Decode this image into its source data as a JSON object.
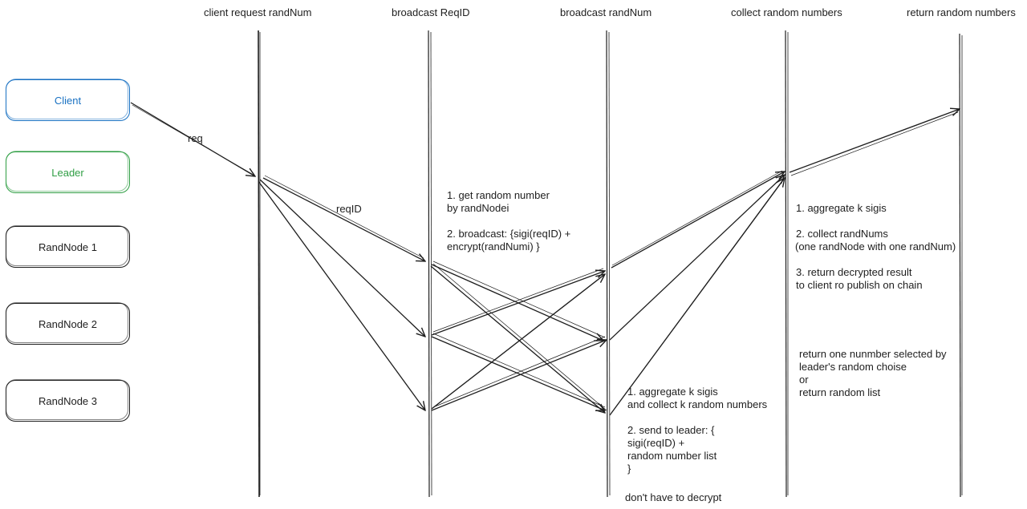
{
  "phases": {
    "client_request": "client request randNum",
    "broadcast_reqid": "broadcast ReqID",
    "broadcast_randnum": "broadcast randNum",
    "collect_random": "collect random numbers",
    "return_random": "return random numbers"
  },
  "actors": {
    "client": "Client",
    "leader": "Leader",
    "randnode1": "RandNode 1",
    "randnode2": "RandNode 2",
    "randnode3": "RandNode 3"
  },
  "edge_labels": {
    "req": "req",
    "reqid": "reqID"
  },
  "notes": {
    "randnode_step": {
      "l1": "1. get random number",
      "l2": "by randNodei",
      "l3": "2. broadcast: {sigi(reqID) +",
      "l4": "encrypt(randNumi) }"
    },
    "collect_step": {
      "l1": "1. aggregate k sigis",
      "l2": "and collect k random numbers",
      "l3": "2. send to leader: {",
      "l4": "sigi(reqID) +",
      "l5": "random number list",
      "l6": "}",
      "l7": "don't have to decrypt"
    },
    "leader_step": {
      "l1": "1. aggregate k sigis",
      "l2": "2. collect randNums",
      "l3": "(one randNode with one randNum)",
      "l4": "3. return decrypted result",
      "l5": "to client ro publish on chain"
    },
    "return_step": {
      "l1": "return one nunmber selected by",
      "l2": "leader's random choise",
      "l3": "or",
      "l4": "return random list"
    }
  },
  "colors": {
    "client": "#1971c2",
    "leader": "#2f9e44",
    "stroke": "#1e1e1e"
  }
}
